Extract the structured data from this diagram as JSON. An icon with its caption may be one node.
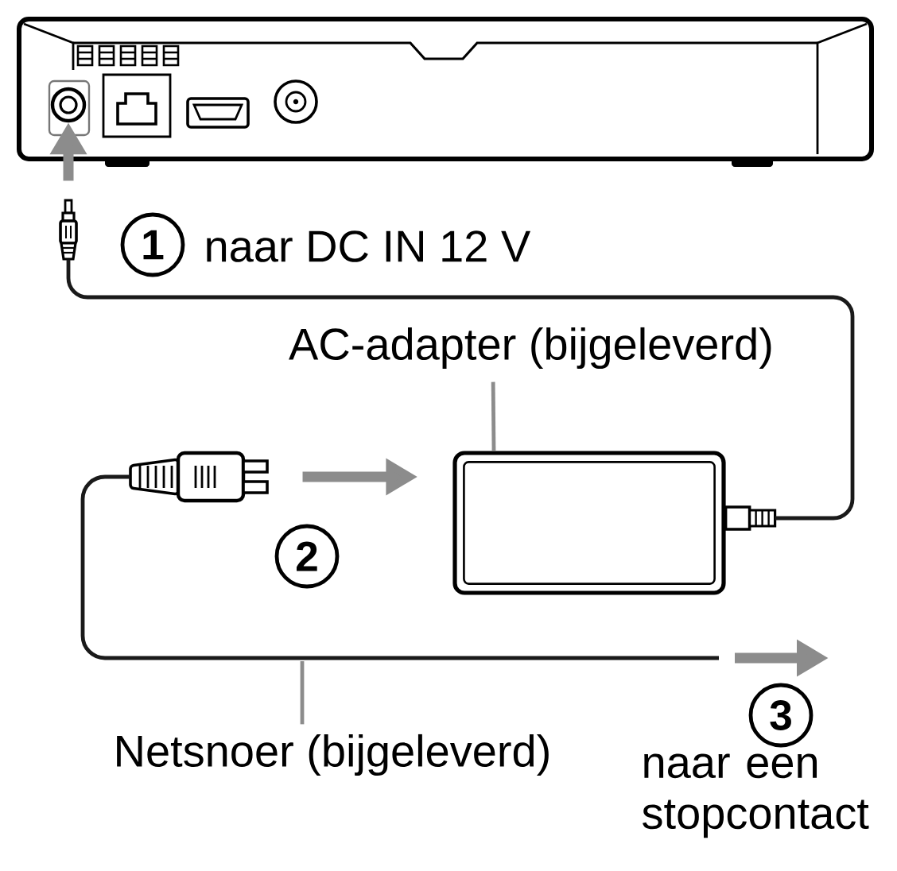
{
  "diagram": {
    "nodes": [
      {
        "text": [],
        "shape": "picture"
      },
      {
        "text": [],
        "shape": "circle",
        "in": 0
      },
      {
        "text": [],
        "shape": "picture"
      },
      {
        "text": [
          "1"
        ],
        "beside": [
          "naar DC IN 12 V"
        ]
      },
      {
        "text": [
          "AC-adapter (bijgeleverd)"
        ]
      },
      {
        "text": [],
        "shape": "picture"
      },
      {
        "text": [],
        "shape": "box"
      },
      {
        "text": [
          "2"
        ]
      },
      {
        "text": [
          "3"
        ],
        "beside": [
          "naar een stopcontact"
        ]
      },
      {
        "text": [
          "Netsnoer (bijgeleverd)"
        ]
      }
    ],
    "edges": [
      {
        "from": 2,
        "to": 1,
        "arrow": "to",
        "style": "thick"
      },
      {
        "from": 2,
        "to": 6,
        "arrow": "none",
        "color": "#1a1a1a"
      },
      {
        "from": 4,
        "to": 6,
        "arrow": "none"
      },
      {
        "from": 5,
        "to": 6,
        "arrow": "to",
        "style": "thick"
      },
      {
        "from": 5,
        "to": null,
        "arrow": "to",
        "color": "#1a1a1a"
      },
      {
        "from": 9,
        "to": null,
        "arrow": "none"
      }
    ]
  }
}
